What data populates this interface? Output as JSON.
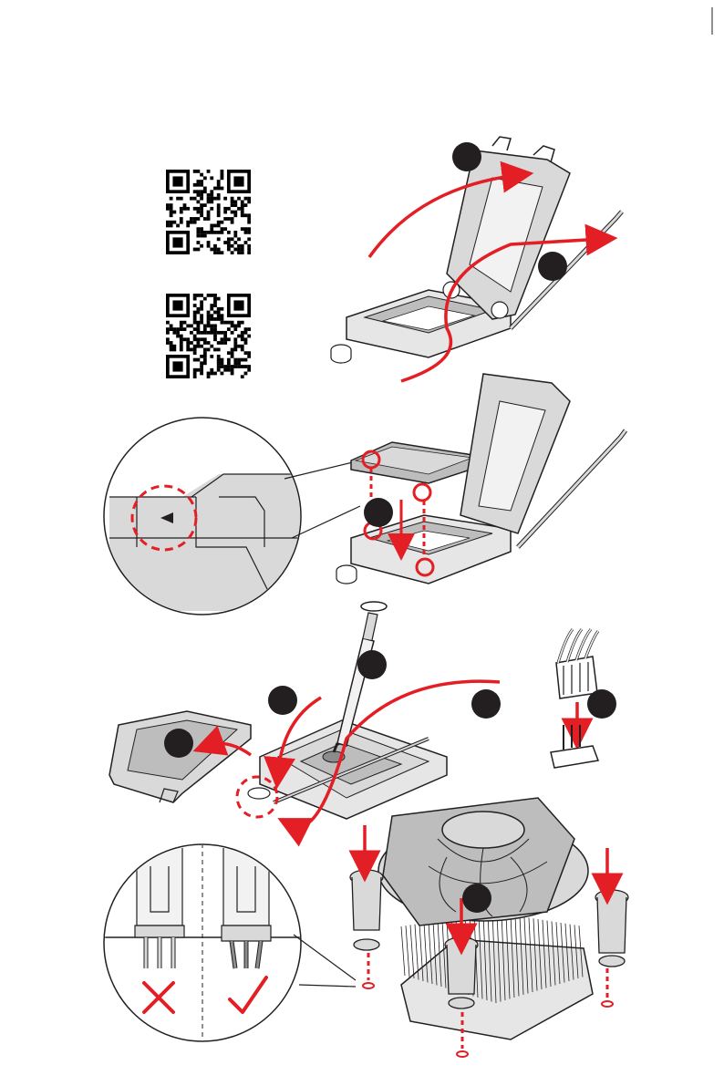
{
  "page": {
    "page_number": ""
  },
  "colors": {
    "accent_red": "#e31e24",
    "line_dark": "#231f20",
    "part_gray": "#d9d9d9",
    "part_mid_gray": "#bdbdbd",
    "part_dark_gray": "#8c8c8c",
    "badge_fill": "#231f20"
  },
  "qr_codes": [
    {
      "name": "qr-code-top",
      "icon": "qr-code-icon"
    },
    {
      "name": "qr-code-bottom",
      "icon": "qr-code-icon"
    }
  ],
  "steps": {
    "socket_open": {
      "badges": 2
    },
    "cpu_insert": {
      "badges": 1
    },
    "thermal_paste": {
      "badges": 3
    },
    "fan_connector": {
      "badges": 1
    },
    "cooler_mount": {
      "badges": 1
    }
  },
  "icons": {
    "wrong": "cross-icon",
    "right": "check-icon",
    "cpu_triangle": "triangle-marker-icon",
    "scissor_edge": "trim-mark-icon"
  }
}
